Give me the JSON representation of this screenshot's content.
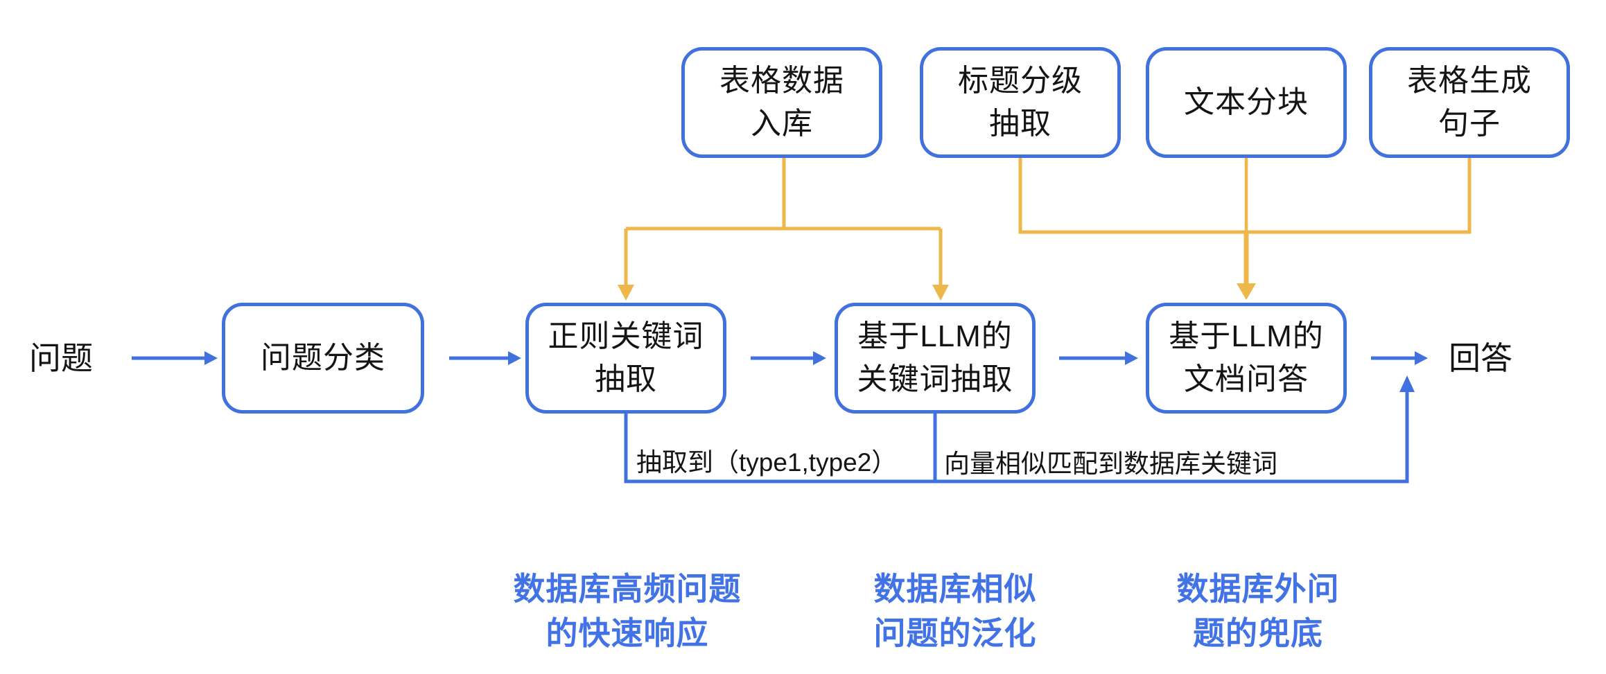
{
  "diagram": {
    "title": "",
    "top_nodes": [
      {
        "id": "table-data-ingest",
        "label": "表格数据\n入库"
      },
      {
        "id": "title-hierarchy-extract",
        "label": "标题分级\n抽取"
      },
      {
        "id": "text-chunking",
        "label": "文本分块"
      },
      {
        "id": "table-to-sentence",
        "label": "表格生成\n句子"
      }
    ],
    "flow_nodes": [
      {
        "id": "question-classify",
        "label": "问题分类"
      },
      {
        "id": "regex-keyword-extract",
        "label": "正则关键词\n抽取"
      },
      {
        "id": "llm-keyword-extract",
        "label": "基于LLM的\n关键词抽取"
      },
      {
        "id": "llm-doc-qa",
        "label": "基于LLM的\n文档问答"
      }
    ],
    "start_text": "问题",
    "end_text": "回答",
    "edge_labels": {
      "extracted": "抽取到（type1,type2）",
      "vector_match": "向量相似匹配到数据库关键词"
    },
    "annotations": [
      {
        "text": "数据库高频问题\n的快速响应"
      },
      {
        "text": "数据库相似\n问题的泛化"
      },
      {
        "text": "数据库外问\n题的兜底"
      }
    ],
    "colors": {
      "line_blue": "#4170DF",
      "line_yellow": "#EDB74B",
      "text_black": "#141414",
      "annotation_blue": "#4273E6",
      "background": "#FFFFFF"
    }
  }
}
